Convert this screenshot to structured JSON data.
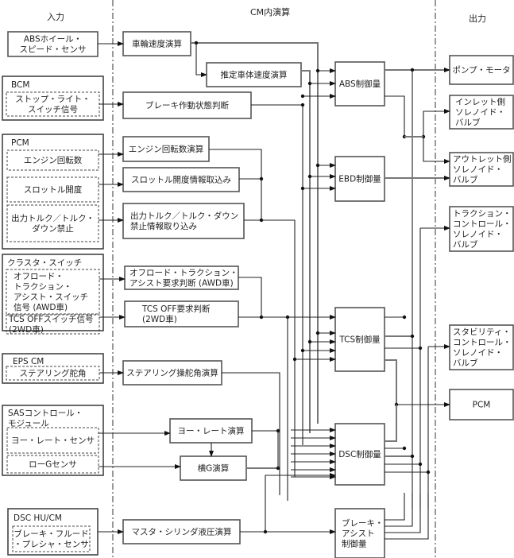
{
  "headers": {
    "input": "入力",
    "cm": "CM内演算",
    "output": "出力"
  },
  "inputs": {
    "abs_sensor": [
      "ABSホイール・",
      "スピード・センサ"
    ],
    "bcm": {
      "title": "BCM",
      "stop_light": [
        "ストップ・ライト・",
        "スイッチ信号"
      ]
    },
    "pcm": {
      "title": "PCM",
      "engine_rpm": [
        "エンジン回転数"
      ],
      "throttle": [
        "スロットル開度"
      ],
      "torque": [
        "出力トルク／トルク・",
        "ダウン禁止"
      ]
    },
    "cluster": {
      "title": "クラスタ・スイッチ",
      "offroad": [
        "オフロード・",
        "トラクション・",
        "アシスト・スイッチ",
        "信号 (AWD車)"
      ],
      "tcs_off": [
        "TCS OFFスイッチ信号",
        "(2WD車)"
      ]
    },
    "eps": {
      "title": "EPS CM",
      "steering": [
        "ステアリング舵角"
      ]
    },
    "sas": {
      "title": [
        "SASコントロール・",
        "モジュール"
      ],
      "yaw": [
        "ヨー・レート・センサ"
      ],
      "low_g": [
        "ローGセンサ"
      ]
    },
    "dsc_hu": {
      "title": "DSC HU/CM",
      "brake_fluid": [
        "ブレーキ・フルード",
        "・プレシャ・センサ"
      ]
    }
  },
  "calcs": {
    "wheel_speed": [
      "車輪速度演算"
    ],
    "vehicle_speed": [
      "推定車体速度演算"
    ],
    "brake_state": [
      "ブレーキ作動状態判断"
    ],
    "engine_rpm": [
      "エンジン回転数演算"
    ],
    "throttle": [
      "スロットル開度情報取込み"
    ],
    "torque": [
      "出力トルク／トルク・ダウン",
      "禁止情報取り込み"
    ],
    "offroad": [
      "オフロード・トラクション・",
      "アシスト要求判断 (AWD車)"
    ],
    "tcs_off": [
      "TCS OFF要求判断",
      "(2WD車)"
    ],
    "steering": [
      "ステアリング操舵角演算"
    ],
    "yaw": [
      "ヨー・レート演算"
    ],
    "lateral_g": [
      "横G演算"
    ],
    "master_cyl": [
      "マスタ・シリンダ液圧演算"
    ]
  },
  "controls": {
    "abs": [
      "ABS制御量"
    ],
    "ebd": [
      "EBD制御量"
    ],
    "tcs": [
      "TCS制御量"
    ],
    "dsc": [
      "DSC制御量"
    ],
    "brake_assist": [
      "ブレーキ・",
      "アシスト",
      "制御量"
    ]
  },
  "outputs": {
    "pump": [
      "ポンプ・モータ"
    ],
    "inlet": [
      "インレット側",
      "ソレノイド・",
      "バルブ"
    ],
    "outlet": [
      "アウトレット側",
      "ソレノイド・",
      "バルブ"
    ],
    "traction": [
      "トラクション・",
      "コントロール・",
      "ソレノイド・",
      "バルブ"
    ],
    "stability": [
      "スタビリティ・",
      "コントロール・",
      "ソレノイド・",
      "バルブ"
    ],
    "pcm": [
      "PCM"
    ]
  }
}
